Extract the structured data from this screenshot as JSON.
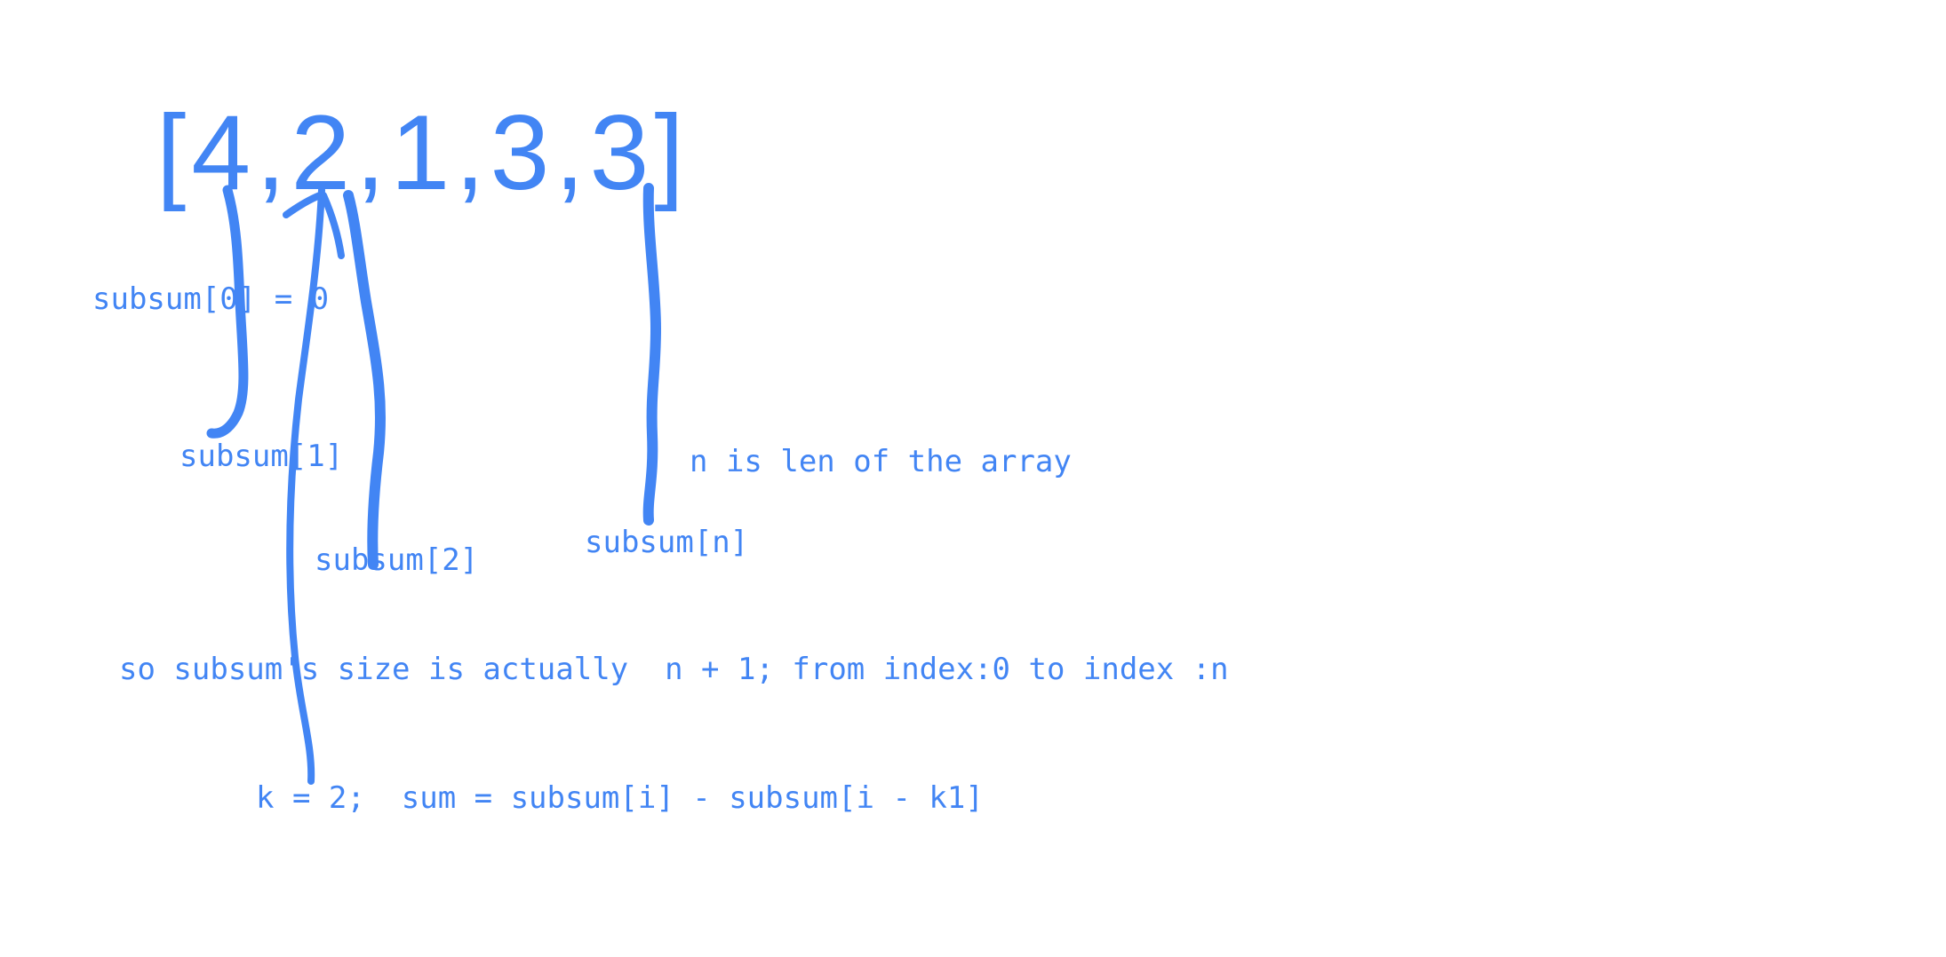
{
  "colors": {
    "ink": "#4285f4",
    "background": "#ffffff"
  },
  "array_text": "[4,2,1,3,3]",
  "labels": {
    "subsum_0": "subsum[0] = 0",
    "subsum_1": "subsum[1]",
    "subsum_2": "subsum[2]",
    "subsum_n": "subsum[n]",
    "n_note": "n is len of the array",
    "size_note": "so subsum's size is actually  n + 1; from index:0 to index :n",
    "formula": "k = 2;  sum = subsum[i] - subsum[i - k1]"
  }
}
